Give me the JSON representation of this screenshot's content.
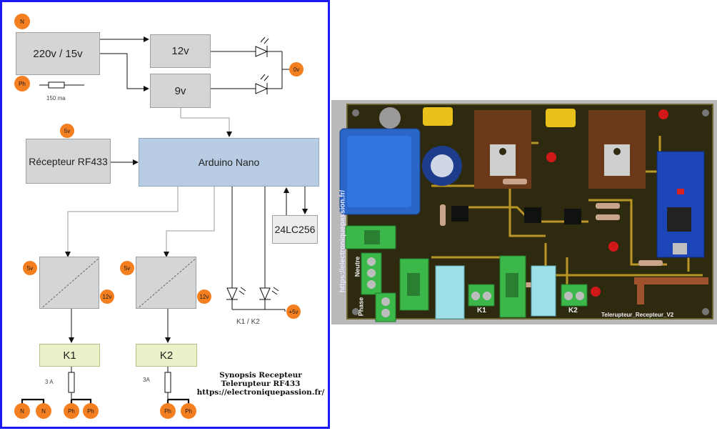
{
  "synopsis": {
    "blocks": {
      "transformer": "220v / 15v",
      "reg12": "12v",
      "reg9": "9v",
      "rf433": "Récepteur RF433",
      "arduino": "Arduino Nano",
      "eeprom": "24LC256",
      "k1": "K1",
      "k2": "K2"
    },
    "pins": {
      "n_top": "N",
      "ph_top": "Ph",
      "zero_v": "0v",
      "five_v_rf": "5v",
      "five_v_conv1": "5v",
      "five_v_conv2": "5v",
      "twelve_v_conv1": "12v",
      "twelve_v_conv2": "12v",
      "plus_five_v": "+5v",
      "out_n1": "N",
      "out_n2": "N",
      "out_ph1": "Ph",
      "out_ph2": "Ph",
      "out_ph3": "Ph",
      "out_ph4": "Ph"
    },
    "notes": {
      "fuse_main": "150 ma",
      "fuse_k1": "3 A",
      "fuse_k2": "3A",
      "leds_label": "K1 / K2"
    },
    "caption": {
      "line1": "Synopsis Recepteur",
      "line2": "Telerupteur RF433",
      "line3": "https://electroniquepassion.fr/"
    },
    "colors": {
      "frame": "#1a1aff",
      "pin": "#f47f20",
      "arduino_block": "#b8cce4",
      "relay_block": "#ebf1c9"
    }
  },
  "pcb": {
    "side_url": "https://electroniquepassion.fr/",
    "title": "Telerupteur_Recepteur_V2",
    "labels": {
      "neutre": "Neutre",
      "phase": "Phase",
      "k1": "K1",
      "k2": "K2"
    },
    "colors": {
      "board": "#2d2a10",
      "trace": "#c9a227",
      "terminal": "#3cb84a",
      "relay": "#9ee0e8",
      "arduino": "#1c46b8"
    }
  }
}
